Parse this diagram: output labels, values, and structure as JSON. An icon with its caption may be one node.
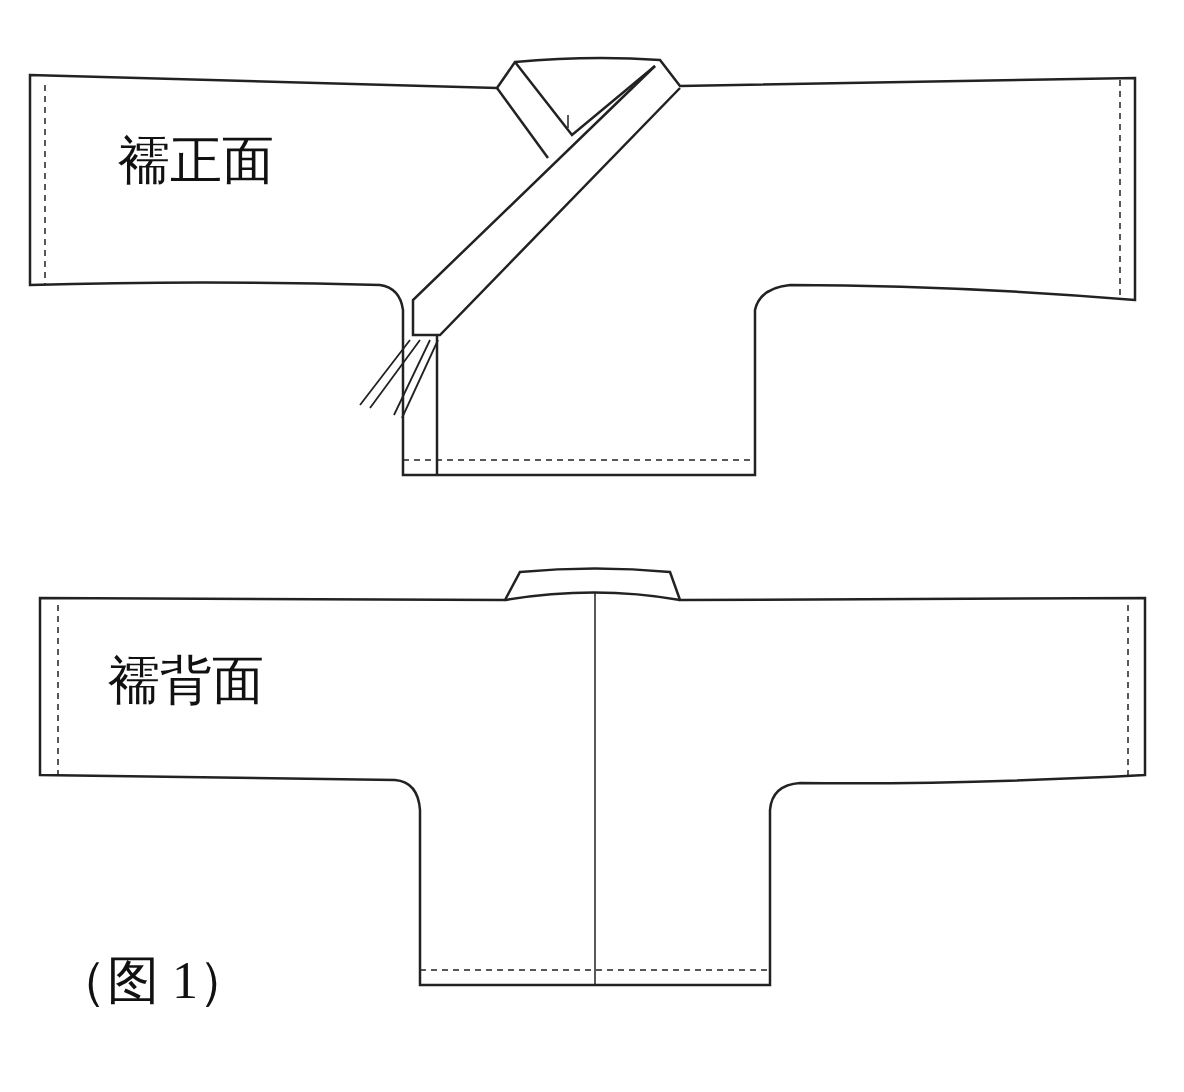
{
  "diagram": {
    "labels": [
      "襦正面",
      "襦背面",
      "（图 1）"
    ]
  }
}
